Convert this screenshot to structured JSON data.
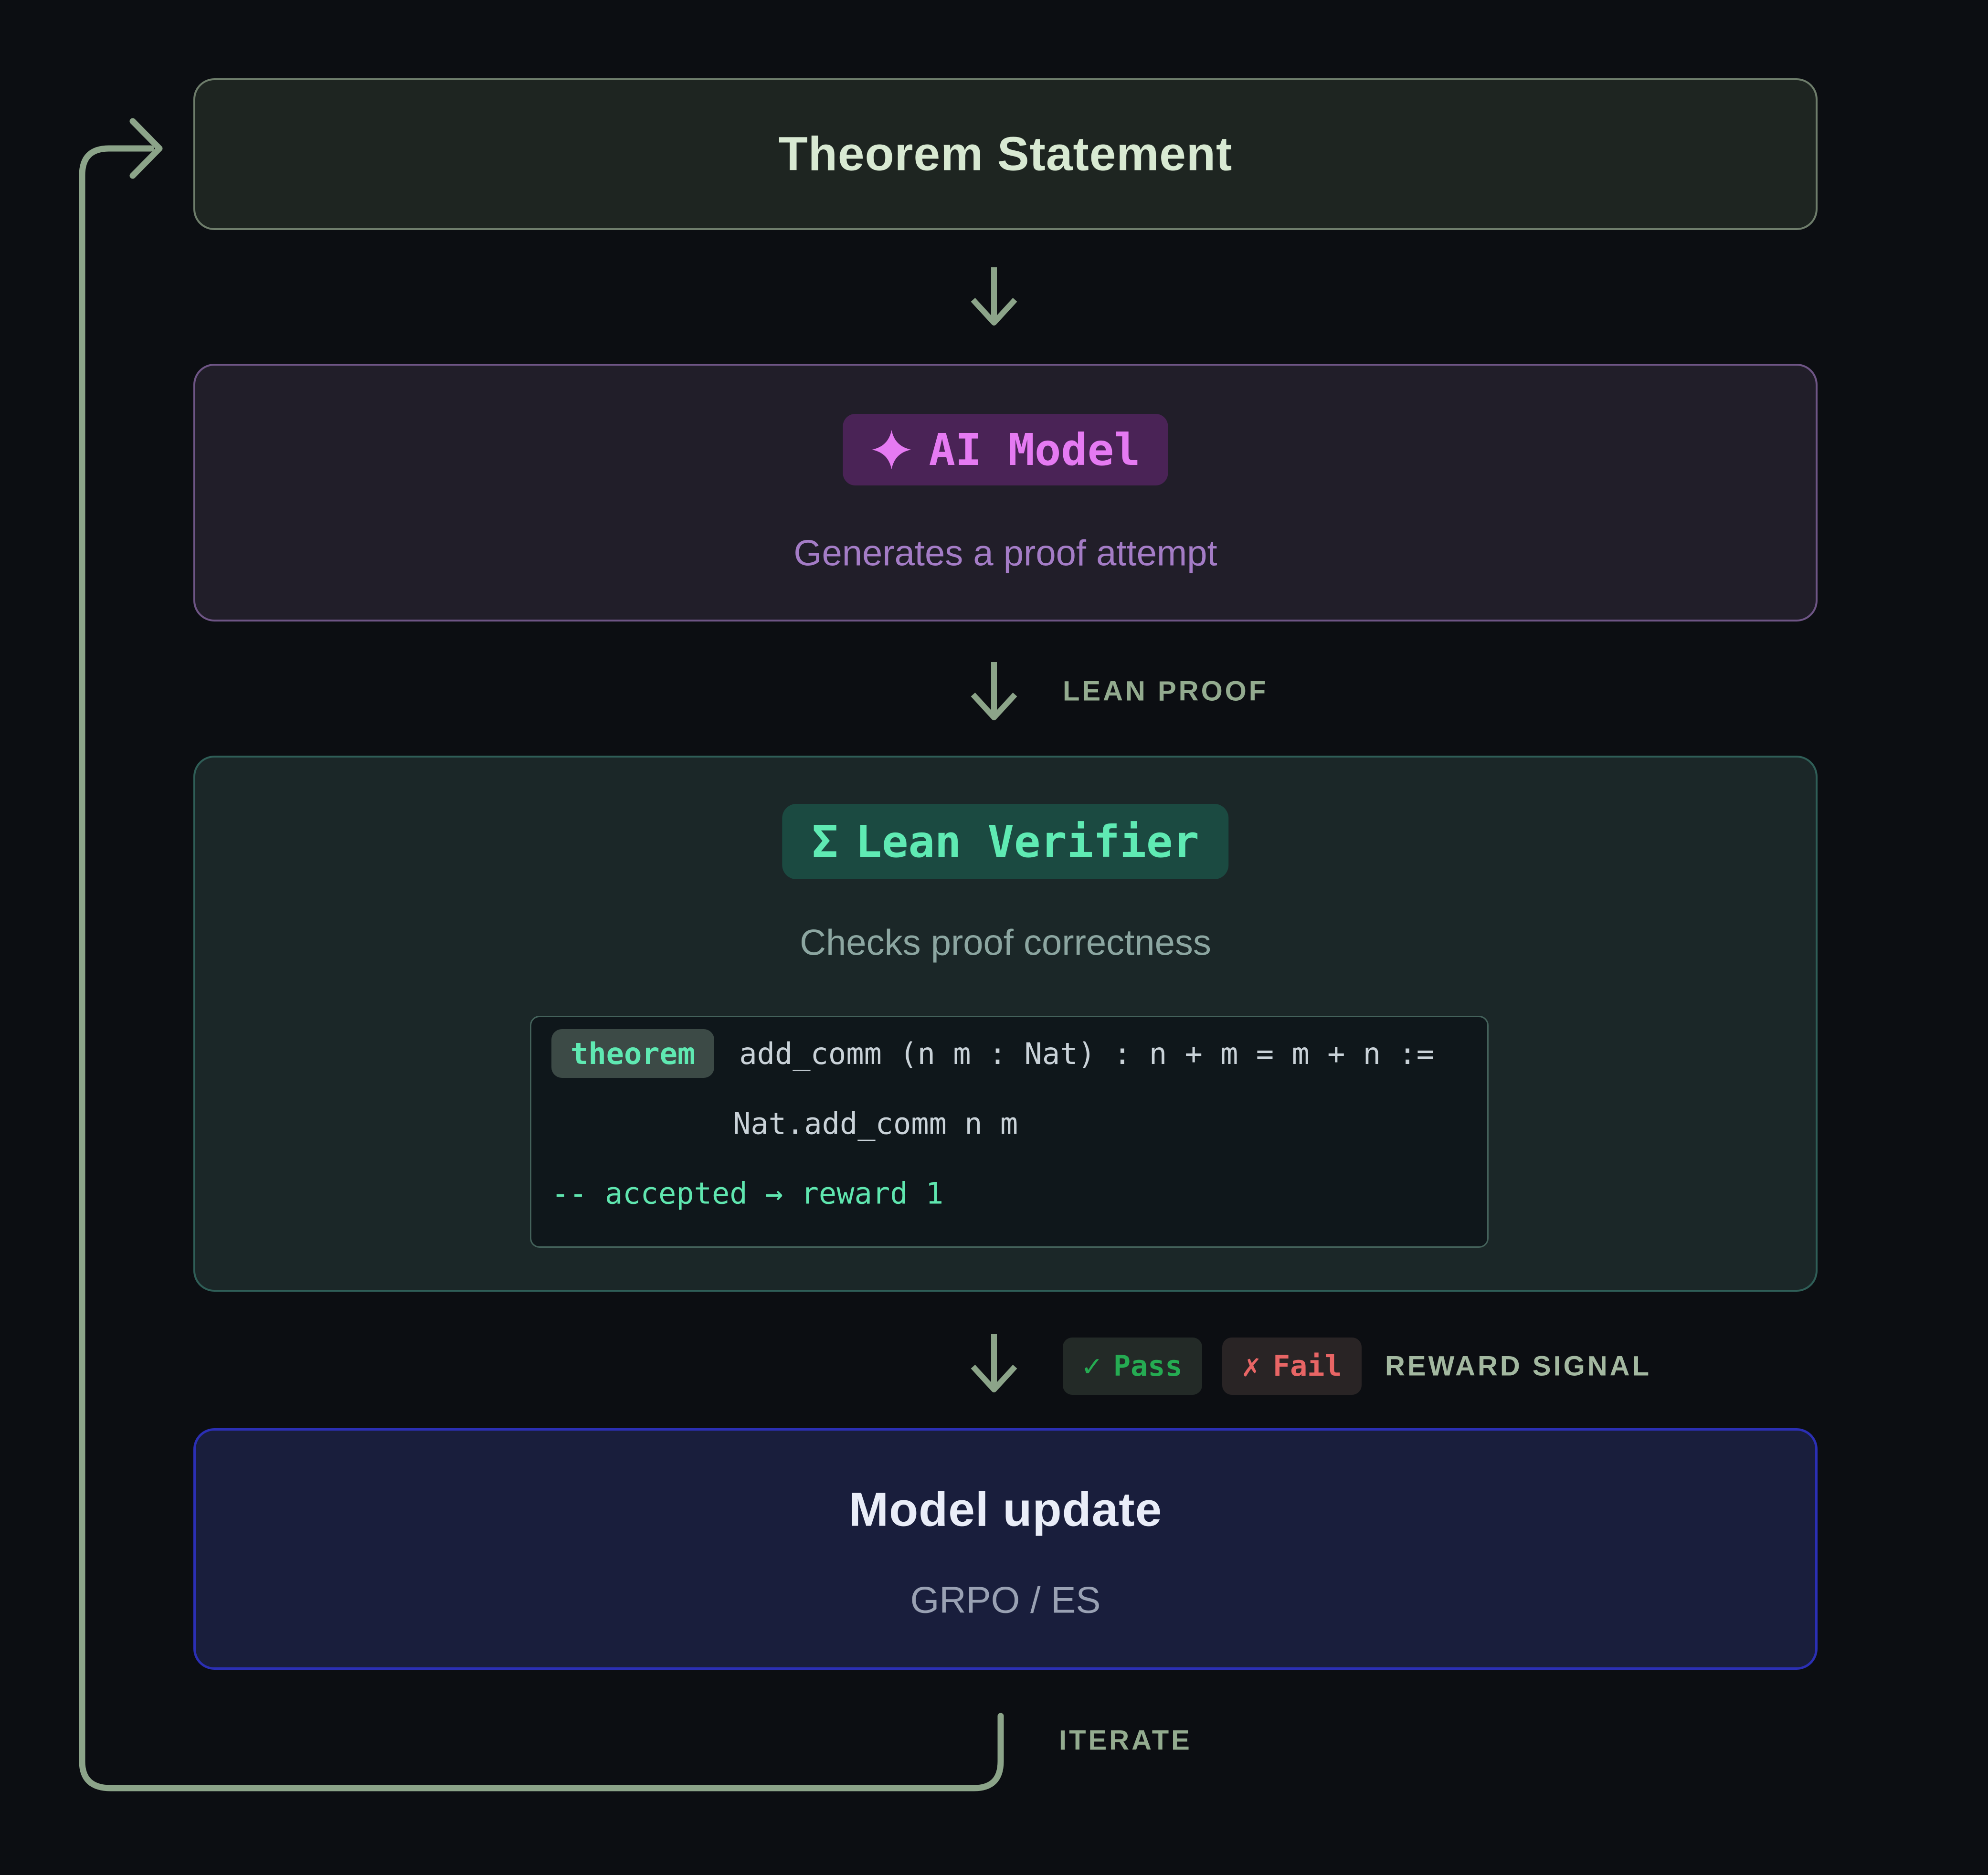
{
  "colors": {
    "background": "#0c0e12",
    "arrow_sage": "#8ca489",
    "theorem_box_bg": "#1e2521",
    "theorem_box_border": "#6e7d6b",
    "theorem_title_text": "#d8e9d2",
    "ai_box_bg": "#211e29",
    "ai_box_border": "#6e5585",
    "ai_badge_bg": "#4a2356",
    "ai_accent": "#e57af2",
    "ai_subtitle_text": "#a47cc6",
    "verifier_box_bg": "#1b2728",
    "verifier_box_border": "#2f5e57",
    "verifier_badge_bg": "#1b4a41",
    "verifier_accent": "#5feab3",
    "verifier_subtitle_text": "#8ca6a1",
    "code_bg": "#0f171b",
    "code_border": "#44625b",
    "code_text": "#c9d2d8",
    "code_keyword_chip_bg": "#3c4a46",
    "code_comment": "#5fe6af",
    "pass_green": "#25ab52",
    "fail_red": "#e86565",
    "model_box_bg": "#191e3c",
    "model_box_border": "#2b2fb4",
    "model_title_text": "#e9edf8",
    "model_subtitle_text": "#99a1b3"
  },
  "theorem": {
    "title": "Theorem Statement"
  },
  "ai": {
    "badge_label": "AI Model",
    "subtitle": "Generates a proof attempt"
  },
  "lean_proof": {
    "label": "LEAN PROOF"
  },
  "verifier": {
    "badge_icon": "Σ",
    "badge_label": "Lean Verifier",
    "subtitle": "Checks proof correctness",
    "code": {
      "keyword": "theorem",
      "signature": "add_comm (n m : Nat) : n + m = m + n :=",
      "body": "Nat.add_comm n m",
      "comment": "-- accepted → reward 1"
    }
  },
  "reward": {
    "pass_icon": "✓",
    "pass_label": "Pass",
    "fail_icon": "✗",
    "fail_label": "Fail",
    "signal_label": "REWARD SIGNAL"
  },
  "model_update": {
    "title": "Model update",
    "subtitle": "GRPO / ES"
  },
  "iterate": {
    "label": "ITERATE"
  }
}
